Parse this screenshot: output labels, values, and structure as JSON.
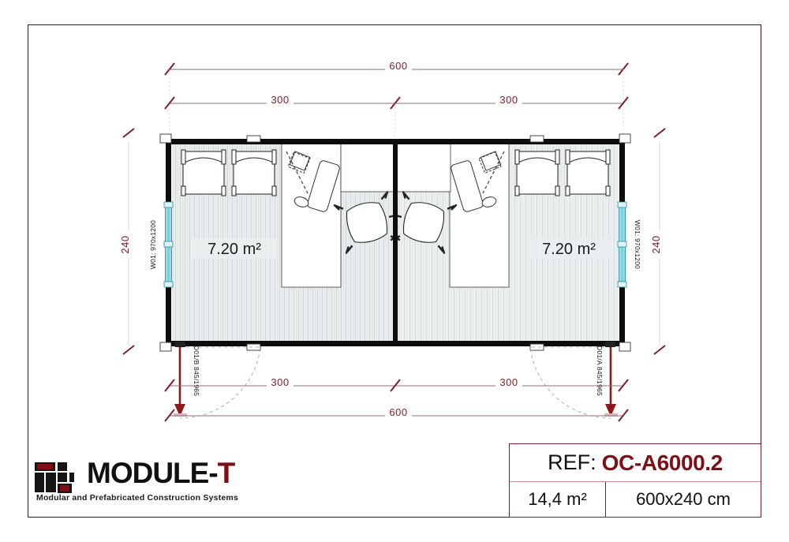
{
  "drawing": {
    "type": "architectural-floor-plan",
    "units": "cm",
    "dimensions": {
      "top_overall": "600",
      "top_left_segment": "300",
      "top_right_segment": "300",
      "left_height": "240",
      "right_height": "240",
      "bottom_left_segment": "300",
      "bottom_right_segment": "300",
      "bottom_overall": "600"
    },
    "rooms": [
      {
        "name": "room-left",
        "area_label": "7.20 m²"
      },
      {
        "name": "room-right",
        "area_label": "7.20 m²"
      }
    ],
    "openings": [
      {
        "name": "window-left",
        "label": "W01: 970x1200"
      },
      {
        "name": "window-right",
        "label": "W01: 970x1200"
      },
      {
        "name": "door-left",
        "label": "D01/B 845/1965"
      },
      {
        "name": "door-right",
        "label": "D01/A 845/1965"
      }
    ],
    "colors": {
      "frame": "#4a1322",
      "dimension": "#7a1f2b",
      "wall": "#0d0d0d",
      "window": "#6fd0de",
      "door_marker": "#8b1a1a",
      "floor": "#e9edee"
    }
  },
  "logo": {
    "name": "MODULE-T",
    "word_part1": "MODULE-",
    "word_part2": "T",
    "tagline": "Modular and Prefabricated Construction Systems"
  },
  "title_block": {
    "ref_label": "REF:",
    "ref_value": "OC-A6000.2",
    "area": "14,4 m²",
    "size": "600x240 cm"
  }
}
